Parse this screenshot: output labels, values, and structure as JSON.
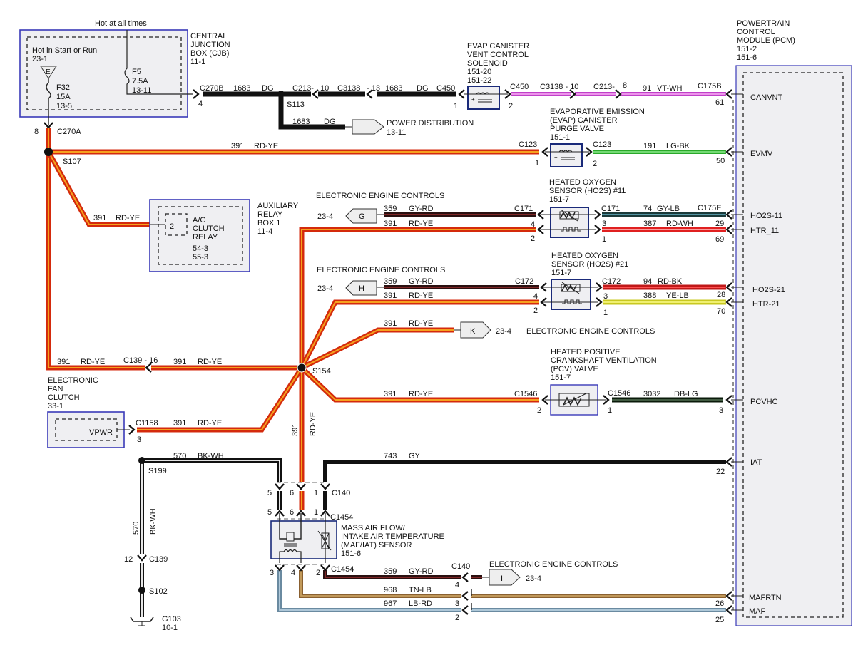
{
  "colors": {
    "rd_ye_outer": "#d42a0c",
    "rd_ye_inner": "#f5a21e",
    "dg": "#111111",
    "vt_wh": "#c040c8",
    "vt_wh_inner": "#f2a0f0",
    "lg_bk": "#2aa82a",
    "lg_bk_inner": "#7ee07e",
    "gy_rd": "#2a1010",
    "gy_rd_inner": "#8a2a2a",
    "gy_lb": "#1a3a3a",
    "gy_lb_inner": "#5aa0b0",
    "rd_wh": "#e02020",
    "rd_wh_inner": "#ffb0b0",
    "rd_bk": "#c01818",
    "rd_bk_inner": "#ff5050",
    "ye_lb": "#c8c820",
    "ye_lb_inner": "#f0f070",
    "db_lg": "#0a1a0a",
    "db_lg_inner": "#405a40",
    "gy": "#111111",
    "bk_wh": "#111111",
    "tn_lb": "#8a6030",
    "tn_lb_inner": "#c8a060",
    "lb_rd": "#6a8aa0",
    "lb_rd_inner": "#b8d0e0",
    "component_border": "#3a3ab8"
  },
  "cjb": {
    "hot_all_times": "Hot at all times",
    "hot_start_run": "Hot in Start or Run",
    "hot_start_run_ref": "23-1",
    "flag_letter": "E",
    "f32_name": "F32",
    "f32_amp": "15A",
    "f32_ref": "13-5",
    "f5_name": "F5",
    "f5_amp": "7.5A",
    "f5_ref": "13-11",
    "title_lines": [
      "CENTRAL",
      "JUNCTION",
      "BOX (CJB)",
      "11-1"
    ]
  },
  "pcm": {
    "title_lines": [
      "POWERTRAIN",
      "CONTROL",
      "MODULE (PCM)",
      "151-2",
      "151-6"
    ],
    "pins": [
      "CANVNT",
      "EVMV",
      "HO2S-11",
      "HTR_11",
      "HO2S-21",
      "HTR-21",
      "PCVHC",
      "IAT",
      "MAFRTN",
      "MAF"
    ]
  },
  "evap_vent": {
    "title_lines": [
      "EVAP CANISTER",
      "VENT CONTROL",
      "SOLENOID",
      "151-20",
      "151-22"
    ]
  },
  "evap_purge": {
    "title_lines": [
      "EVAPORATIVE EMISSION",
      "(EVAP) CANISTER",
      "PURGE VALVE",
      "151-1"
    ]
  },
  "ho2s11": {
    "title_lines": [
      "HEATED OXYGEN",
      "SENSOR (HO2S) #11",
      "151-7"
    ]
  },
  "ho2s21": {
    "title_lines": [
      "HEATED OXYGEN",
      "SENSOR (HO2S) #21",
      "151-7"
    ]
  },
  "pcv": {
    "title_lines": [
      "HEATED POSITIVE",
      "CRANKSHAFT VENTILATION",
      "(PCV) VALVE",
      "151-7"
    ]
  },
  "maf": {
    "title_lines": [
      "MASS AIR FLOW/",
      "INTAKE AIR TEMPERATURE",
      "(MAF/IAT) SENSOR",
      "151-6"
    ]
  },
  "relay": {
    "box_lines": [
      "AUXILIARY",
      "RELAY",
      "BOX 1",
      "11-4"
    ],
    "pin": "2",
    "relay_lines": [
      "A/C",
      "CLUTCH",
      "RELAY"
    ],
    "refs": [
      "54-3",
      "55-3"
    ]
  },
  "fan": {
    "title_lines": [
      "ELECTRONIC",
      "FAN",
      "CLUTCH",
      "33-1"
    ],
    "pin_label": "VPWR"
  },
  "power_dist": {
    "label": "POWER DISTRIBUTION",
    "ref": "13-11"
  },
  "eec": {
    "label": "ELECTRONIC ENGINE CONTROLS",
    "ref": "23-4",
    "flags": [
      "G",
      "H",
      "K",
      "I"
    ]
  },
  "ground": {
    "name": "G103",
    "ref": "10-1"
  },
  "splices": [
    "S107",
    "S113",
    "S154",
    "S199",
    "S102"
  ],
  "connectors": {
    "c270a": "C270A",
    "c270a_pin": "8",
    "c270b": "C270B",
    "c270b_pin": "4",
    "c213_10": "C213-",
    "c213_10_pin": "10",
    "c3138_13": "C3138",
    "c3138_13_pin": "- 13",
    "c450_l": "C450",
    "c450_l_pin": "1",
    "c450_r": "C450",
    "c450_r_pin": "2",
    "c3138_10": "C3138 - 10",
    "c213_8": "C213-",
    "c213_8_pin": "8",
    "c175b": "C175B",
    "c175b_pin": "61",
    "c123_l": "C123",
    "c123_l_pin": "1",
    "c123_r": "C123",
    "c123_r_pin": "2",
    "evmv_pin": "50",
    "c171_l": "C171",
    "c171_l_pin_a": "4",
    "c171_l_pin_b": "2",
    "c171_r": "C171",
    "c171_r_pin_a": "3",
    "c171_r_pin_b": "1",
    "c175e": "C175E",
    "c175e_pin_a": "29",
    "c175e_pin_b": "69",
    "c172_l": "C172",
    "c172_l_pin_a": "4",
    "c172_l_pin_b": "2",
    "c172_r": "C172",
    "c172_r_pin_a": "3",
    "c172_r_pin_b": "1",
    "ho2s21_pin_a": "28",
    "ho2s21_pin_b": "70",
    "c139_16": "C139 - 16",
    "c1546_l": "C1546",
    "c1546_l_pin": "2",
    "c1546_r": "C1546",
    "c1546_r_pin": "1",
    "pcvhc_pin": "3",
    "c1158": "C1158",
    "c1158_pin": "3",
    "iat_pin": "22",
    "c140_top": "C140",
    "c140_pins": [
      "5",
      "6",
      "1"
    ],
    "c1454_top": "C1454",
    "c1454_pins": [
      "5",
      "6",
      "1"
    ],
    "c1454_bot": "C1454",
    "c1454_bot_pins": [
      "3",
      "4",
      "2"
    ],
    "c140_bot": "C140",
    "c140_bot_pins": [
      "4",
      "3",
      "2"
    ],
    "mafrtn_pin": "26",
    "maf_pin": "25",
    "c139_12": "C139",
    "c139_12_pin": "12"
  },
  "wires": {
    "w1683": "1683",
    "dg": "DG",
    "w91": "91",
    "vtwh": "VT-WH",
    "w391": "391",
    "rdye": "RD-YE",
    "w191": "191",
    "lgbk": "LG-BK",
    "w359": "359",
    "gyrd": "GY-RD",
    "w74": "74",
    "gylb": "GY-LB",
    "w387": "387",
    "rdwh": "RD-WH",
    "w94": "94",
    "rdbk": "RD-BK",
    "w388": "388",
    "yelb": "YE-LB",
    "w3032": "3032",
    "dblg": "DB-LG",
    "w570": "570",
    "bkwh": "BK-WH",
    "w743": "743",
    "gy": "GY",
    "w968": "968",
    "tnlb": "TN-LB",
    "w967": "967",
    "lbrd": "LB-RD"
  }
}
